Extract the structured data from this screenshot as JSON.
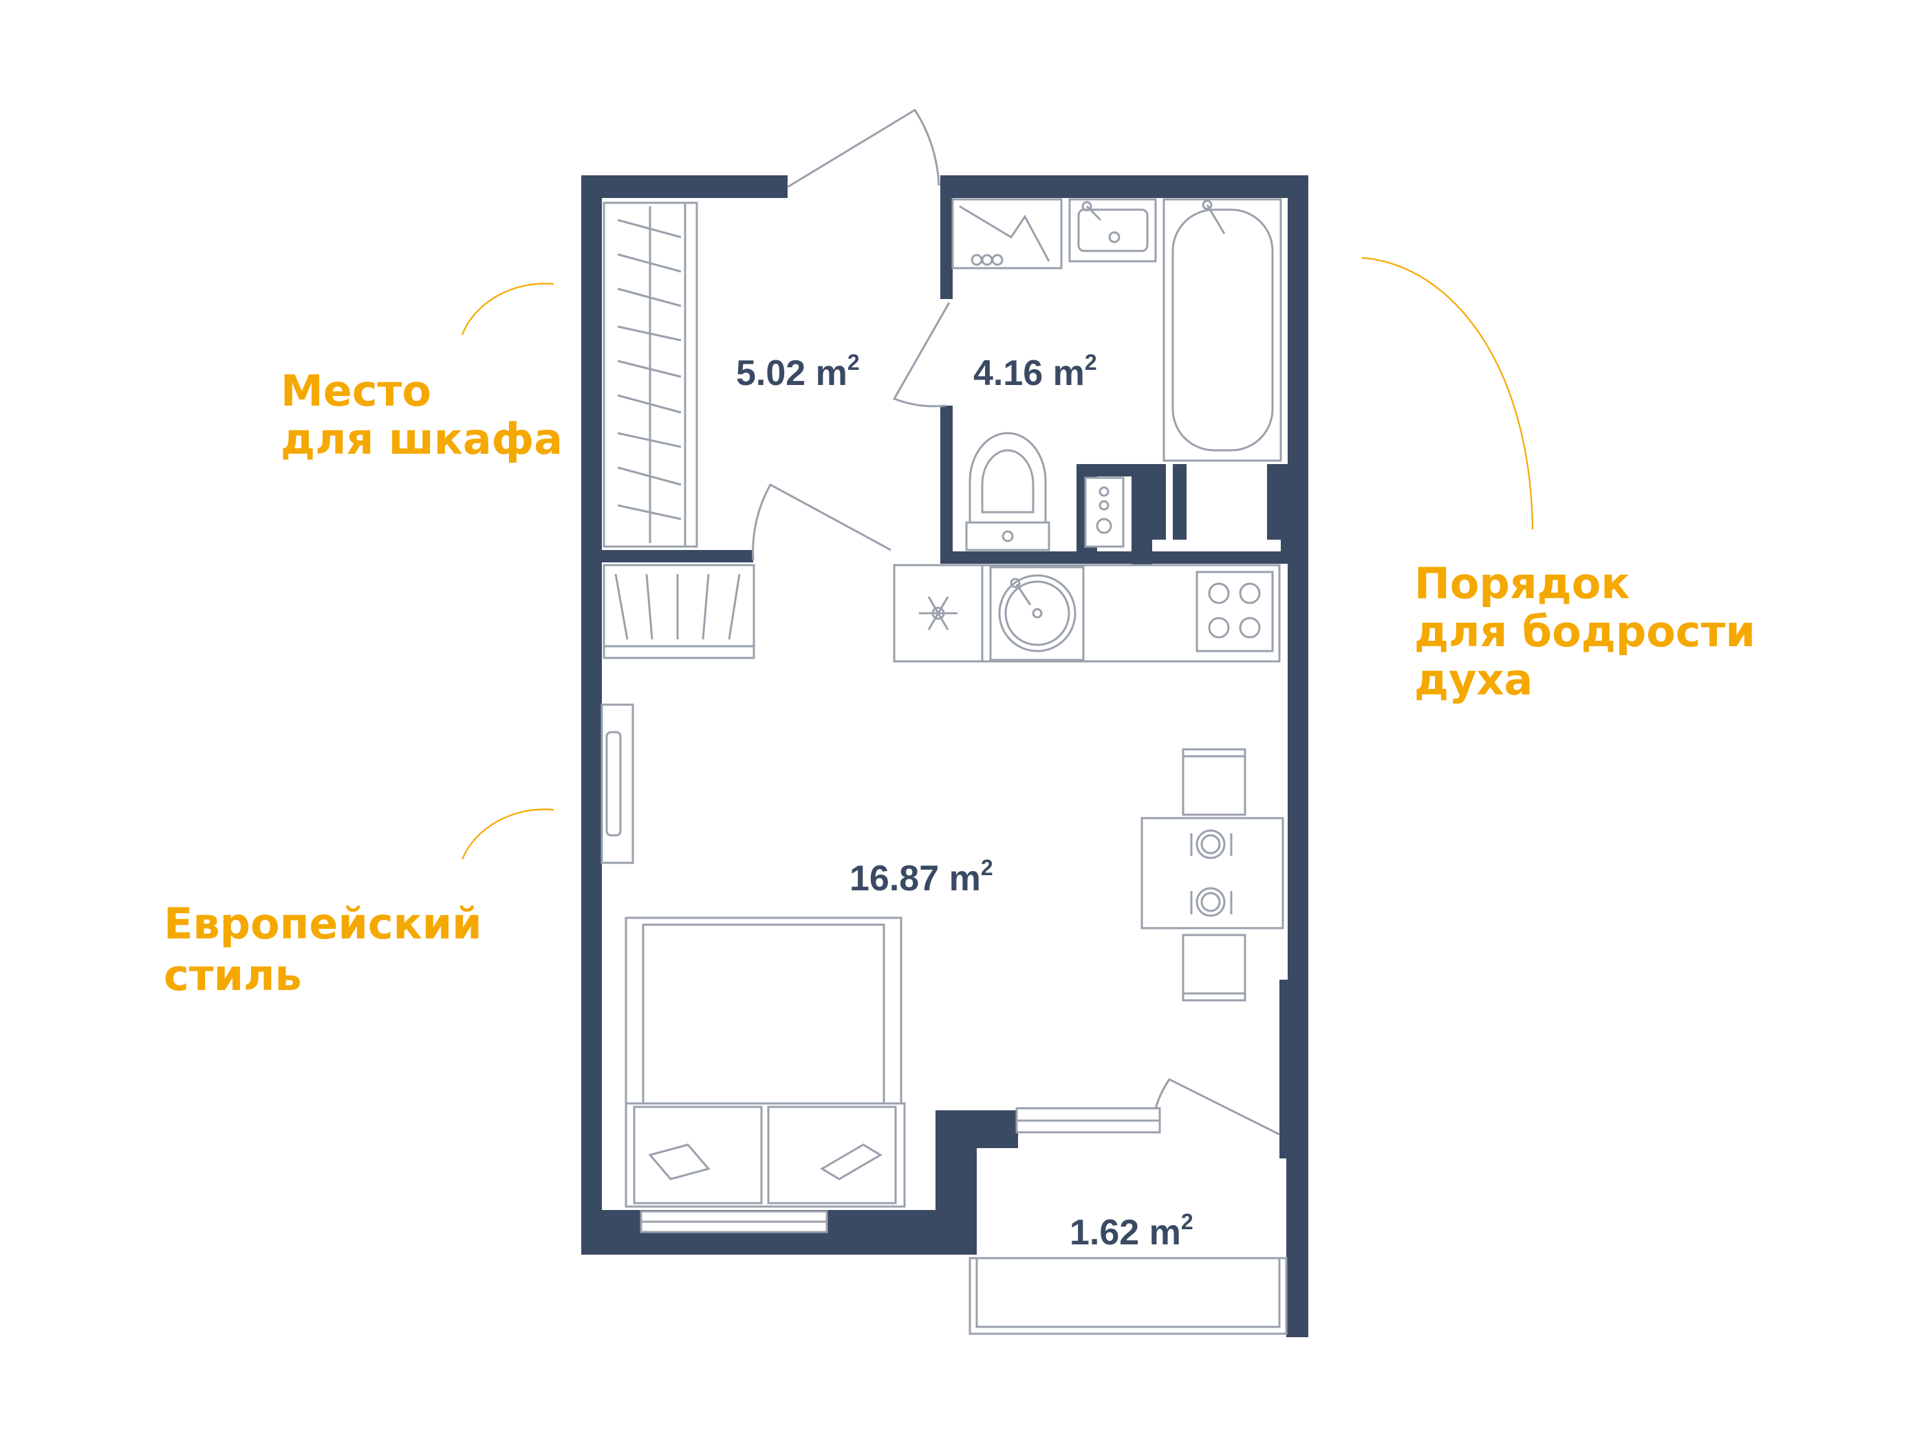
{
  "rooms": [
    {
      "id": "hall",
      "area": "5.02 m",
      "sup": "2"
    },
    {
      "id": "bathroom",
      "area": "4.16 m",
      "sup": "2"
    },
    {
      "id": "main",
      "area": "16.87 m",
      "sup": "2"
    },
    {
      "id": "balcony",
      "area": "1.62 m",
      "sup": "2"
    }
  ],
  "annotations": {
    "wardrobe": [
      "Место",
      "для шкафа"
    ],
    "order": [
      "Порядок",
      "для бодрости",
      "духа"
    ],
    "euro": [
      "Европейский",
      "стиль"
    ]
  },
  "colors": {
    "wall": "#3b4a63",
    "furniture_stroke": "#9aa1ad",
    "annotation": "#f5a800",
    "background": "#ffffff"
  },
  "icons": [
    "snowflake-icon",
    "sink-icon",
    "stove-icon",
    "toilet-icon",
    "bathtub-icon",
    "shower-icon",
    "washbasin-icon",
    "plate-icon"
  ]
}
